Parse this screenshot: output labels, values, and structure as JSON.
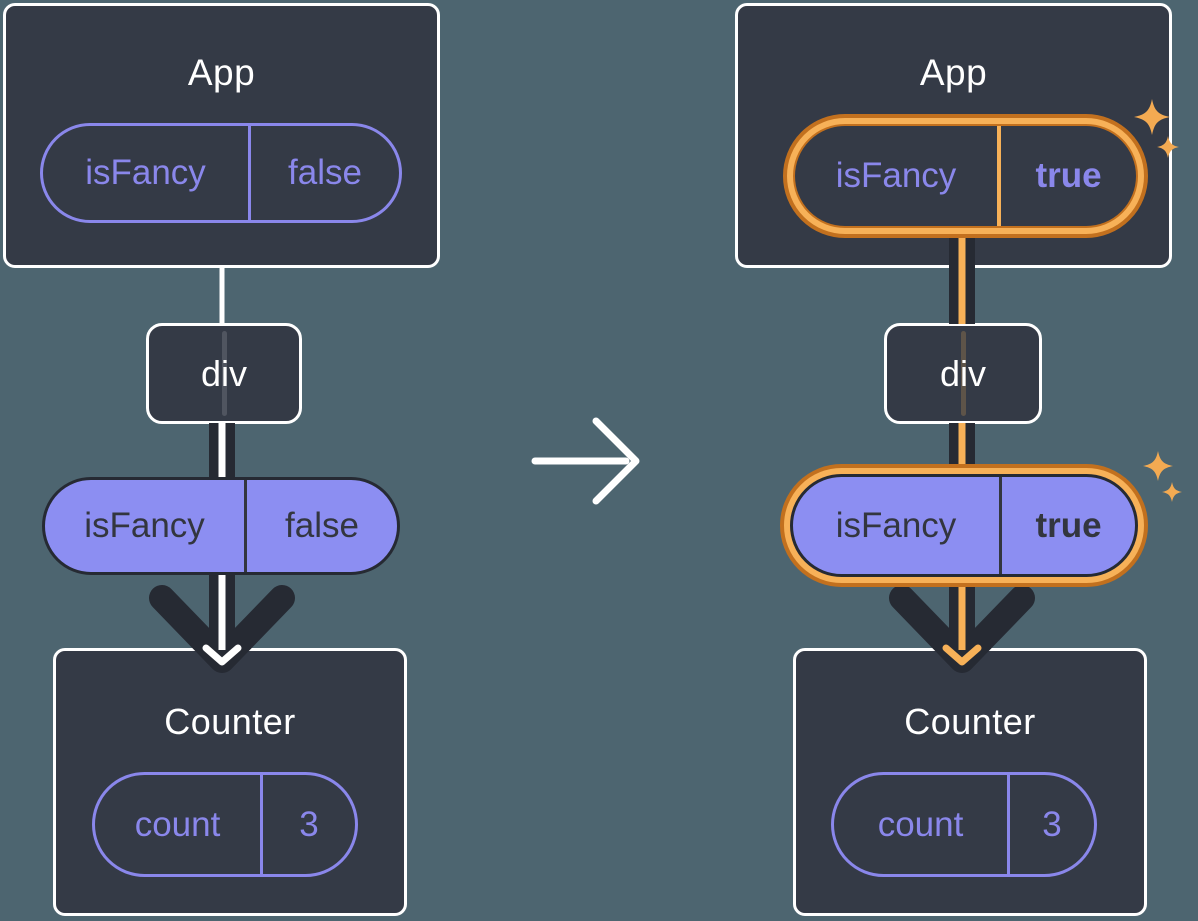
{
  "left": {
    "app": {
      "title": "App",
      "state": {
        "key": "isFancy",
        "value": "false"
      }
    },
    "container": {
      "label": "div"
    },
    "prop": {
      "key": "isFancy",
      "value": "false"
    },
    "counter": {
      "title": "Counter",
      "state": {
        "key": "count",
        "value": "3"
      }
    }
  },
  "right": {
    "app": {
      "title": "App",
      "state": {
        "key": "isFancy",
        "value": "true"
      }
    },
    "container": {
      "label": "div"
    },
    "prop": {
      "key": "isFancy",
      "value": "true"
    },
    "counter": {
      "title": "Counter",
      "state": {
        "key": "count",
        "value": "3"
      }
    }
  },
  "icons": {
    "transition_arrow": "right-arrow",
    "highlight_sparkle": "four-point-sparkle"
  },
  "colors": {
    "background": "#4d6570",
    "card_fill": "#343a46",
    "card_border": "#ffffff",
    "purple_accent": "#8a87eb",
    "purple_pill_fill": "#8c8ef2",
    "dark_line": "#262a33",
    "orange_outline_dark": "#c2701e",
    "orange_outline_light": "#f7b158",
    "sparkle": "#f3aa52"
  }
}
